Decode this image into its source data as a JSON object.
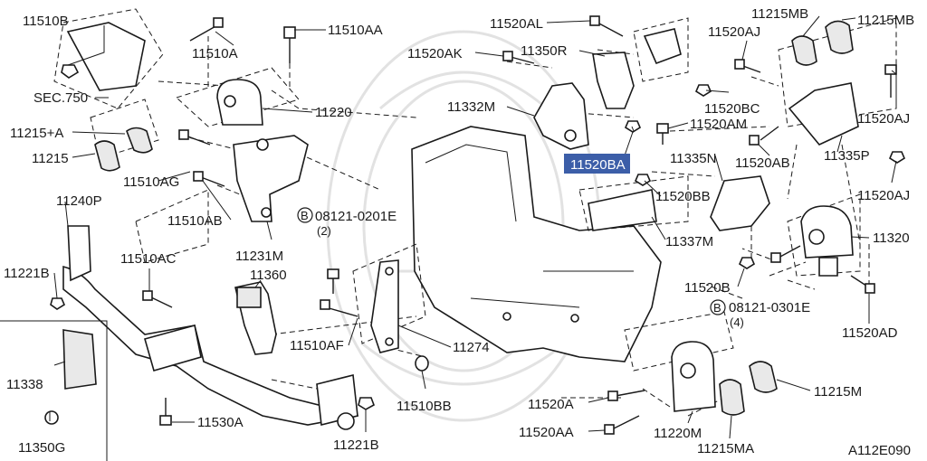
{
  "diagram": {
    "code": "A112E090",
    "highlighted": "11520BA",
    "labels": {
      "p11510B": "11510B",
      "p11510A": "11510A",
      "p11510AA": "11510AA",
      "sec750": "SEC.750",
      "p11220": "11220",
      "p11215A": "11215+A",
      "p11215": "11215",
      "p11510AG": "11510AG",
      "p11510AB": "11510AB",
      "p11231M": "11231M",
      "p11240P": "11240P",
      "p11221B_l": "11221B",
      "p11510AC": "11510AC",
      "p11360": "11360",
      "p11338": "11338",
      "p11350G": "11350G",
      "p11530A": "11530A",
      "p11221B_b": "11221B",
      "p11510AF": "11510AF",
      "p11274": "11274",
      "p11510BB": "11510BB",
      "bolt1": "08121-0201E",
      "bolt1qty": "(2)",
      "bolt2": "08121-0301E",
      "bolt2qty": "(4)",
      "p11520AL": "11520AL",
      "p11520AK": "11520AK",
      "p11350R": "11350R",
      "p11332M": "11332M",
      "p11520BA": "11520BA",
      "p11520AM": "11520AM",
      "p11520BC": "11520BC",
      "p11520AJ_t": "11520AJ",
      "p11215MB_l": "11215MB",
      "p11215MB_r": "11215MB",
      "p11520AJ_r": "11520AJ",
      "p11520AB": "11520AB",
      "p11335P": "11335P",
      "p11335N": "11335N",
      "p11520BB": "11520BB",
      "p11520AJ_m": "11520AJ",
      "p11337M": "11337M",
      "p11320": "11320",
      "p11520B": "11520B",
      "p11520AD": "11520AD",
      "p11520A": "11520A",
      "p11520AA": "11520AA",
      "p11220M": "11220M",
      "p11215M": "11215M",
      "p11215MA": "11215MA",
      "circleB": "B"
    }
  }
}
